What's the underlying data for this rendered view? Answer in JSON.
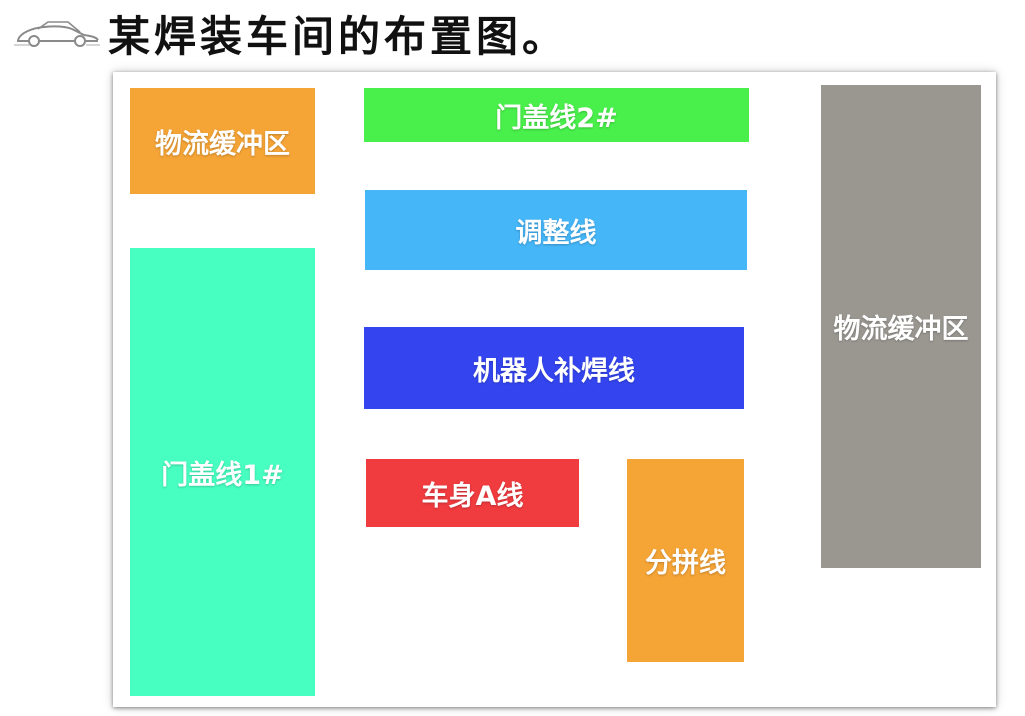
{
  "title": "某焊装车间的布置图。",
  "icons": {
    "title_icon": "car-icon"
  },
  "layout": {
    "zones": {
      "buffer_left": {
        "label": "物流缓冲区",
        "color": "#F5A436"
      },
      "door_line_2": {
        "label": "门盖线2#",
        "color": "#49F04B"
      },
      "adjust_line": {
        "label": "调整线",
        "color": "#45B6F8"
      },
      "robot_line": {
        "label": "机器人补焊线",
        "color": "#3445F0"
      },
      "door_line_1": {
        "label": "门盖线1#",
        "color": "#47FFC0"
      },
      "body_a_line": {
        "label": "车身A线",
        "color": "#F03B3F"
      },
      "sub_line": {
        "label": "分拼线",
        "color": "#F5A436"
      },
      "buffer_right": {
        "label": "物流缓冲区",
        "color": "#9A9791"
      }
    }
  }
}
